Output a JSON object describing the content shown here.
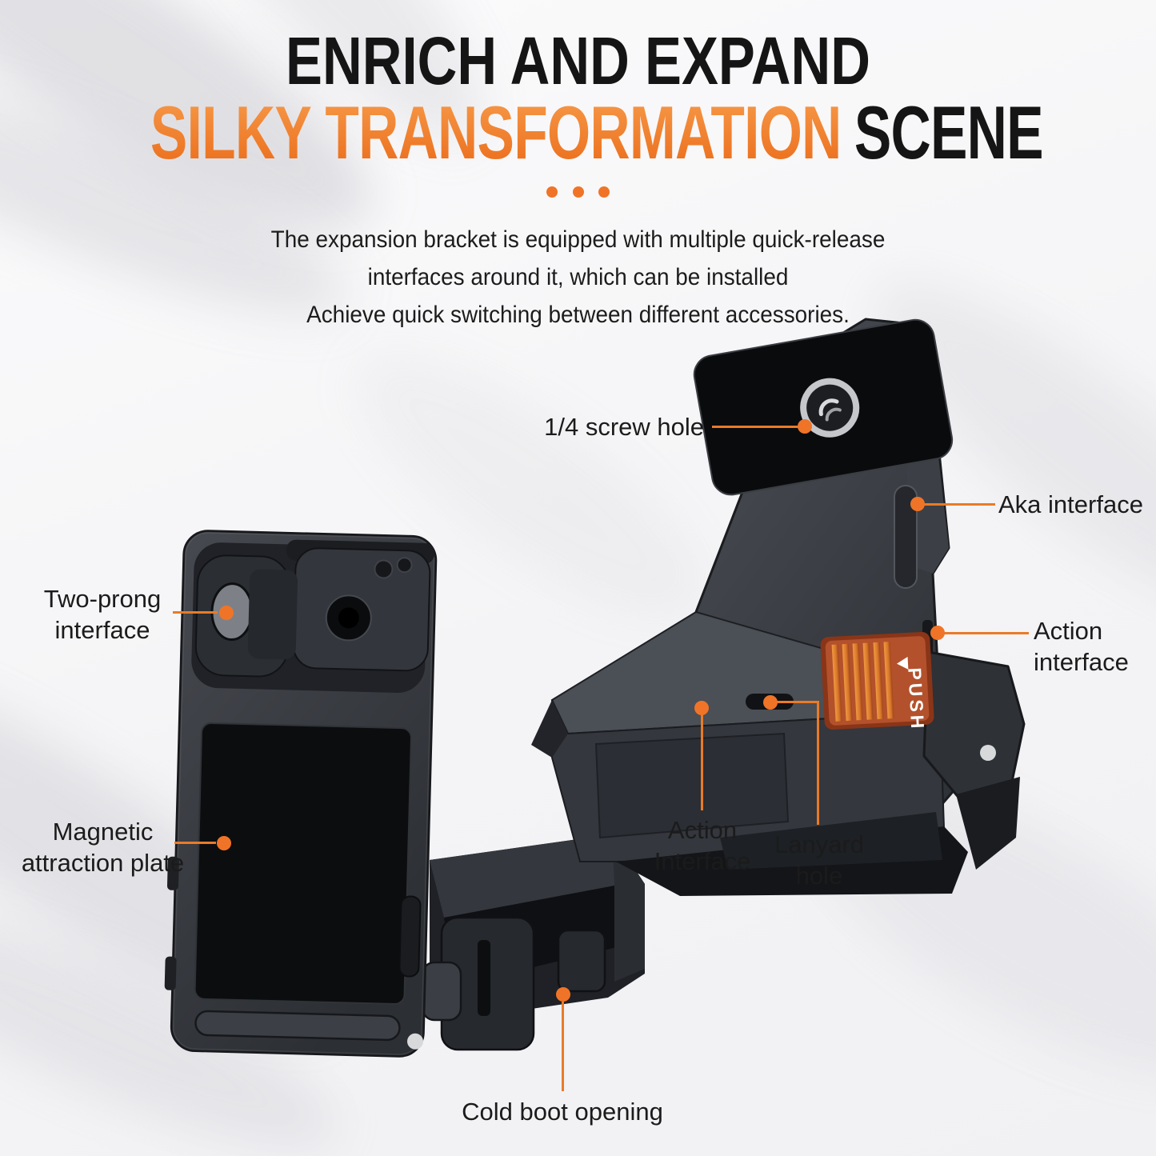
{
  "header": {
    "title": "ENRICH AND EXPAND",
    "subtitle": {
      "highlight": "SILKY TRANSFORMATION",
      "rest": "SCENE"
    },
    "separator": "three-dots",
    "description_lines": [
      "The expansion bracket is equipped with multiple quick-release",
      "interfaces around it, which can be installed",
      "Achieve quick switching between different accessories."
    ]
  },
  "callouts": {
    "screw_hole": {
      "lines": [
        "1/4 screw hole"
      ]
    },
    "aka_interface": {
      "lines": [
        "Aka interface"
      ]
    },
    "action_interface_right": {
      "lines": [
        "Action",
        "interface"
      ]
    },
    "action_interface_bottom": {
      "lines": [
        "Action",
        "Interface"
      ]
    },
    "lanyard_hole": {
      "lines": [
        "Lanyard",
        "hole"
      ]
    },
    "two_prong_interface": {
      "lines": [
        "Two-prong",
        "interface"
      ]
    },
    "magnetic_plate": {
      "lines": [
        "Magnetic",
        "attraction plate"
      ]
    },
    "cold_boot": {
      "lines": [
        "Cold boot opening"
      ]
    }
  },
  "product_labels": {
    "push_button": "PUSH"
  },
  "colors": {
    "accent_orange": "#F07427",
    "callout_line_orange": "#E97B28",
    "heading_black": "#151515",
    "push_button_orange": "#B3512C",
    "product_body_gray": "#34373D"
  }
}
